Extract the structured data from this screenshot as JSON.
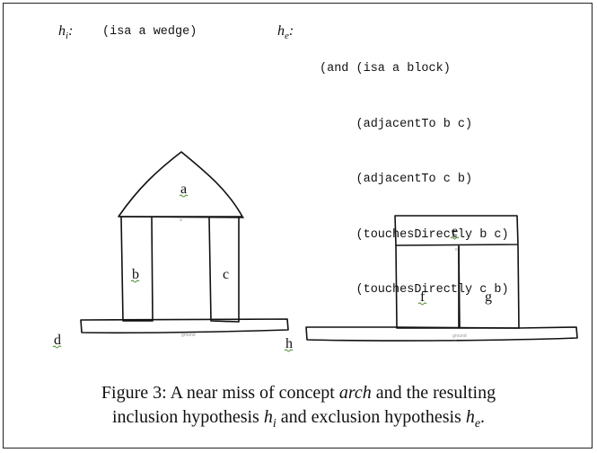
{
  "hypotheses": {
    "hi": {
      "symbol": "h",
      "subscript": "i",
      "colon": ":",
      "code": "(isa a wedge)"
    },
    "he": {
      "symbol": "h",
      "subscript": "e",
      "colon": ":",
      "lines": [
        "(and (isa a block)",
        "     (adjacentTo b c)",
        "     (adjacentTo c b)",
        "     (touchesDirectly b c)",
        "     (touchesDirectly c b)"
      ]
    }
  },
  "diagram": {
    "labels": [
      "a",
      "b",
      "c",
      "d",
      "e",
      "f",
      "g",
      "h"
    ]
  },
  "caption": {
    "line1_pre": "Figure 3: A near miss of concept ",
    "line1_italic": "arch",
    "line1_post": " and the resulting",
    "line2_pre": "inclusion hypothesis ",
    "hi_symbol": "h",
    "hi_sub": "i",
    "line2_mid": " and exclusion hypothesis ",
    "he_symbol": "h",
    "he_sub": "e",
    "line2_end": "."
  }
}
